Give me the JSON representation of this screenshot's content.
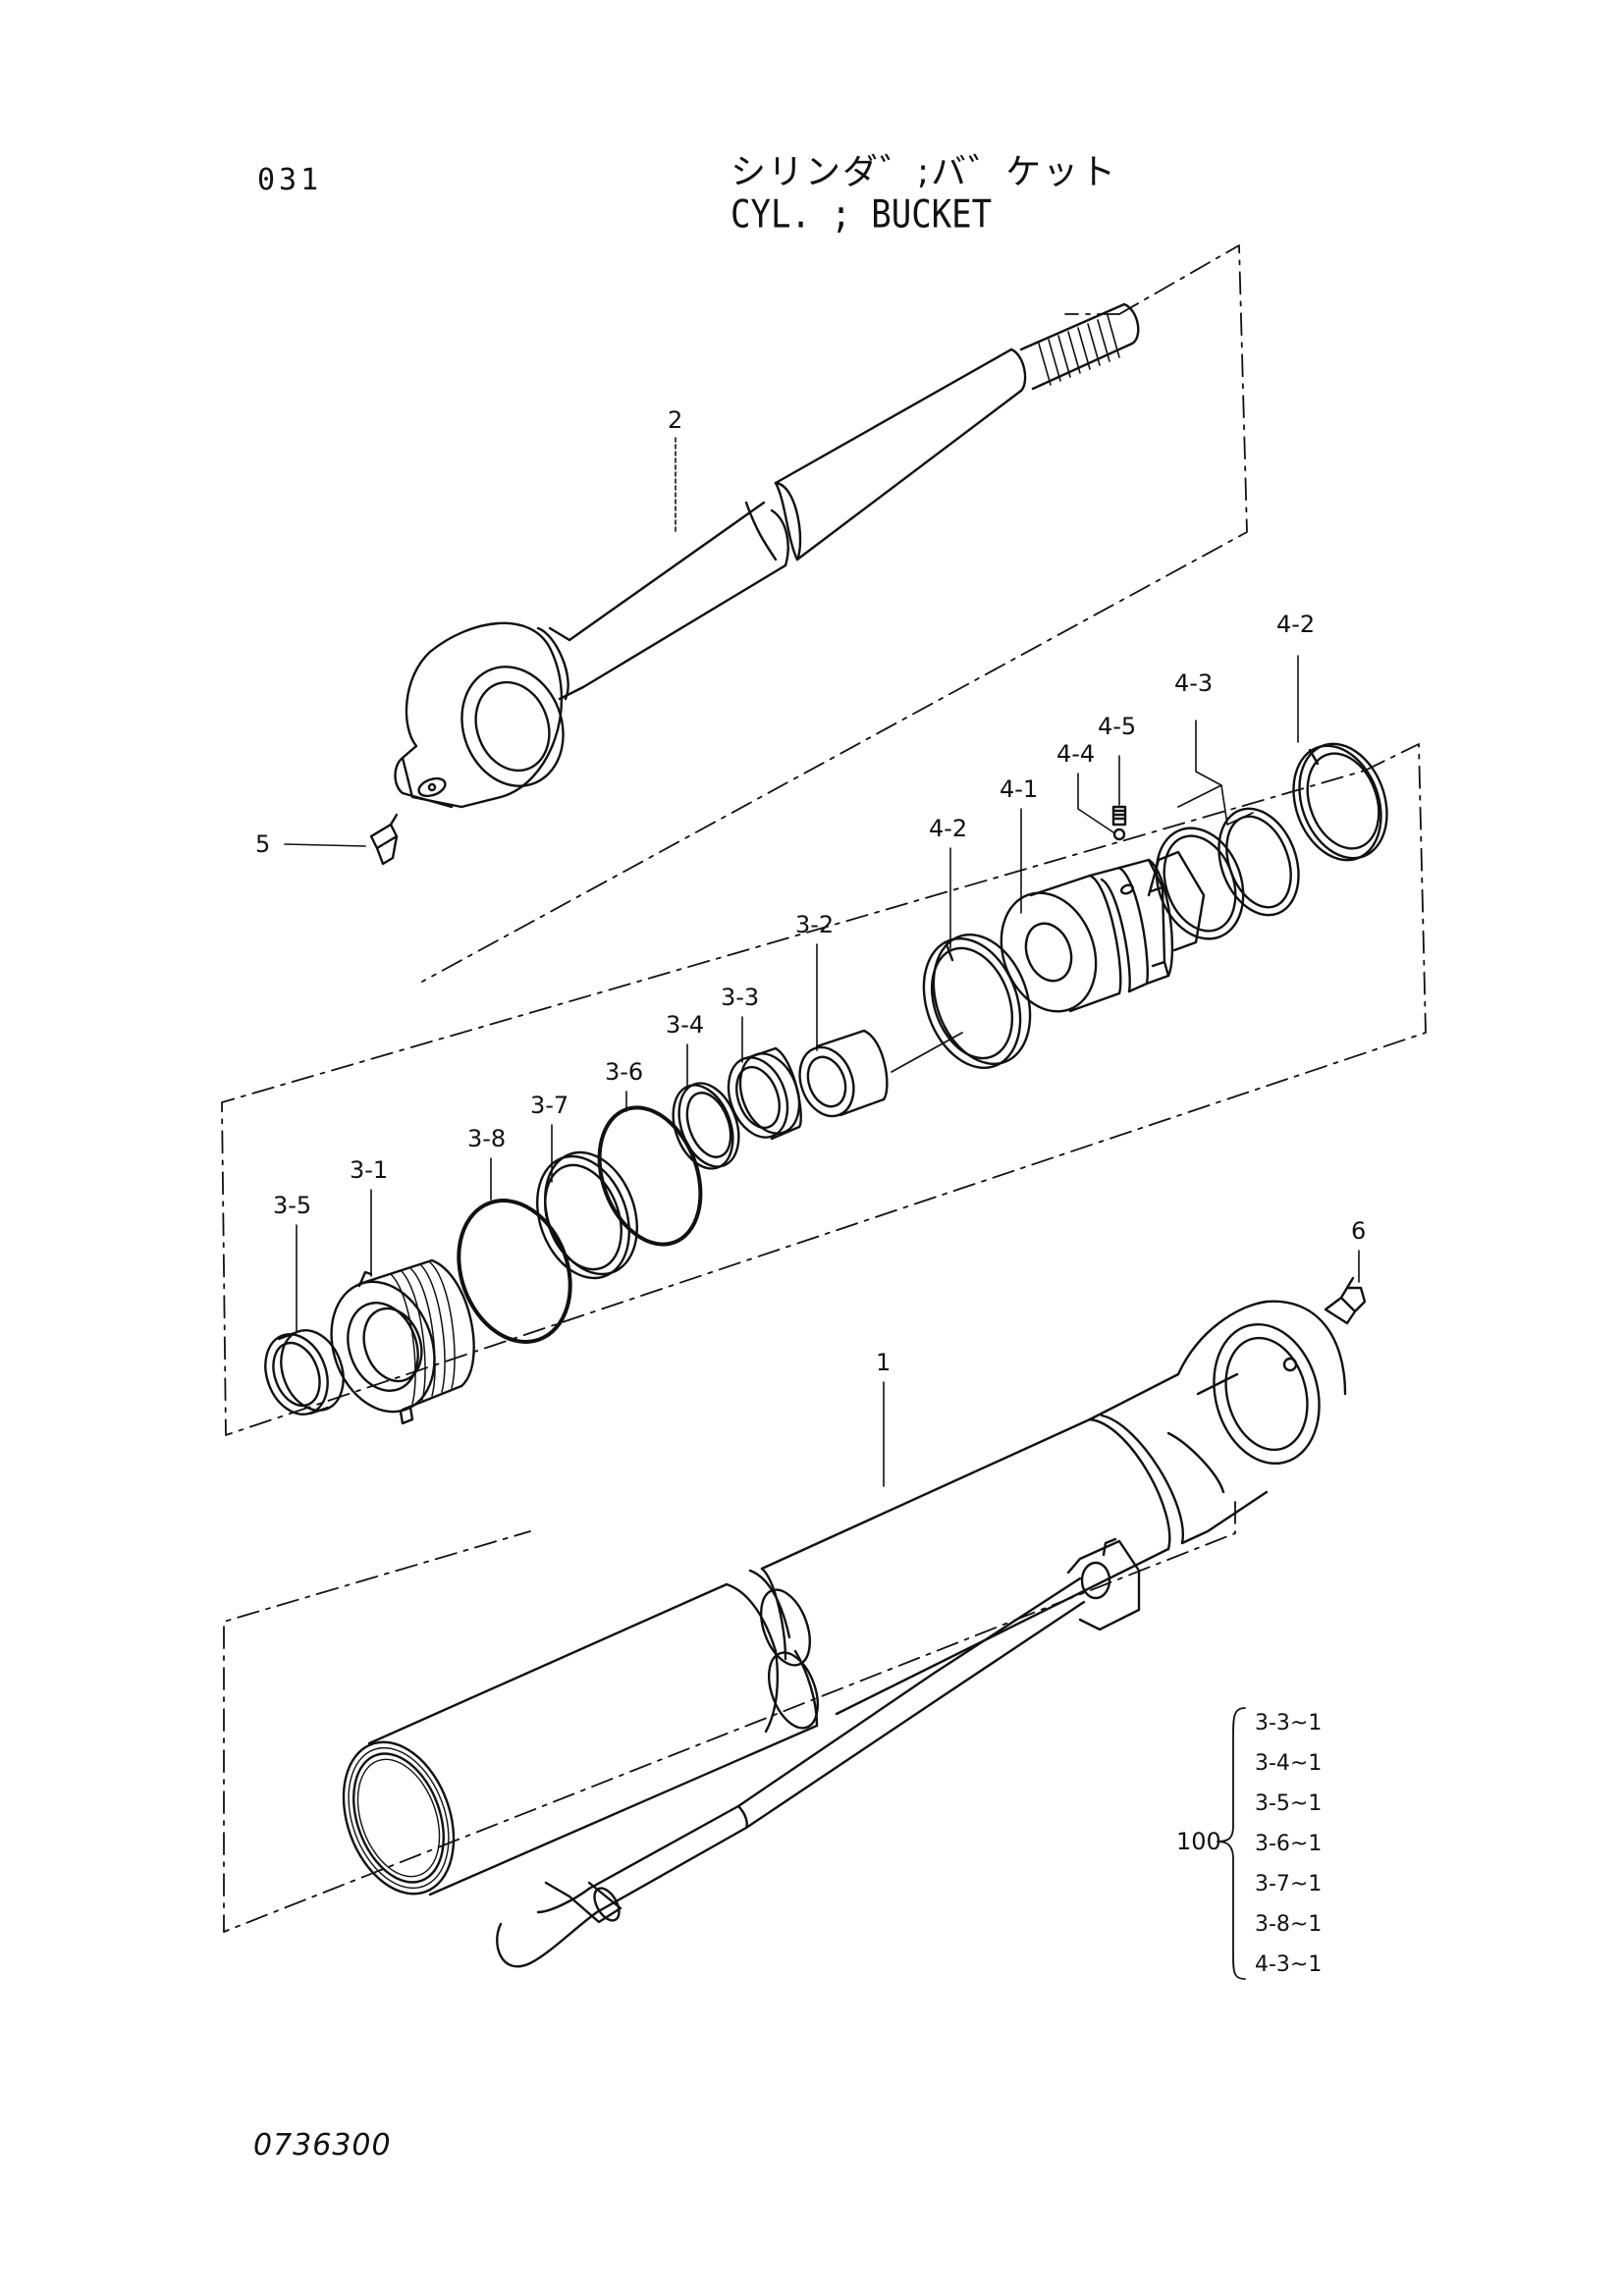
{
  "header": {
    "page_number": "031",
    "title_jp": "シリンダ゛;バ゛ケット",
    "title_en": "CYL.  ; BUCKET"
  },
  "callouts": {
    "p1": "1",
    "p2": "2",
    "p3_1": "3-1",
    "p3_2": "3-2",
    "p3_3": "3-3",
    "p3_4": "3-4",
    "p3_5": "3-5",
    "p3_6": "3-6",
    "p3_7": "3-7",
    "p3_8": "3-8",
    "p4_1": "4-1",
    "p4_2a": "4-2",
    "p4_2b": "4-2",
    "p4_3": "4-3",
    "p4_4": "4-4",
    "p4_5": "4-5",
    "p5": "5",
    "p6": "6"
  },
  "seal_kit": {
    "number": "100",
    "items": [
      "3-3~1",
      "3-4~1",
      "3-5~1",
      "3-6~1",
      "3-7~1",
      "3-8~1",
      "4-3~1"
    ]
  },
  "footer": {
    "drawing_number": "0736300"
  }
}
